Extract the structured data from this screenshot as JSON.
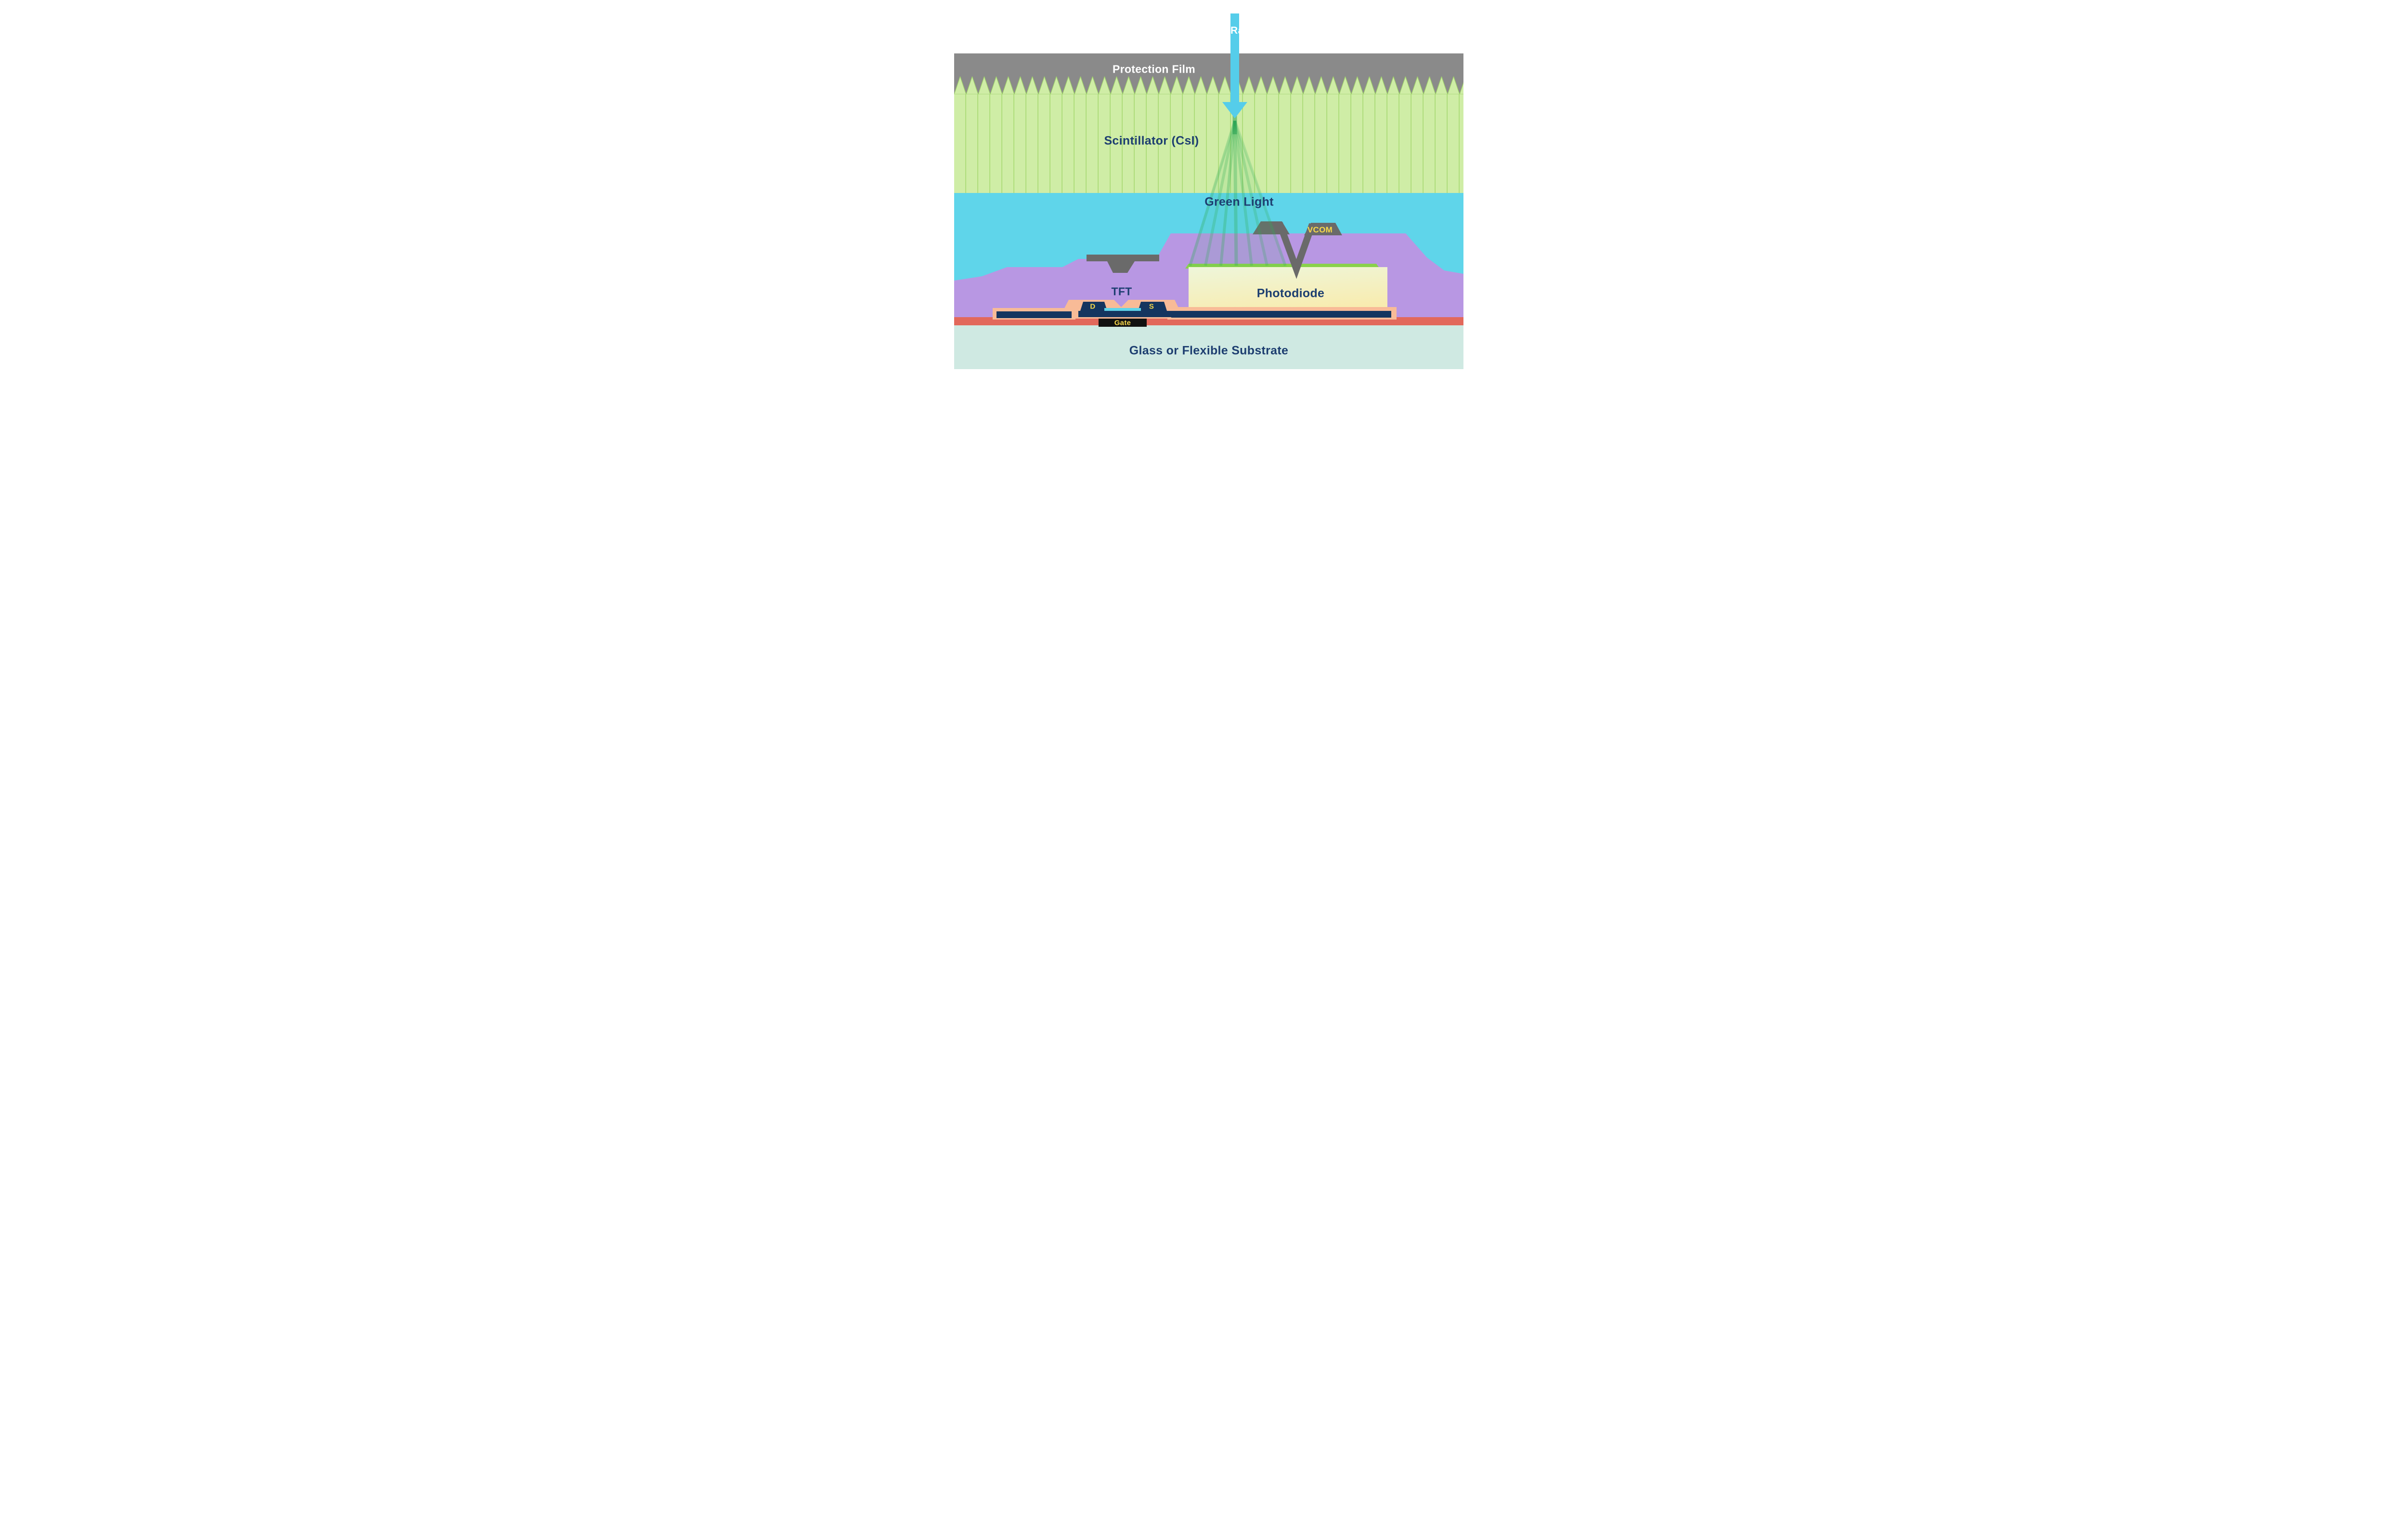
{
  "diagram": {
    "labels": {
      "xray": "X-Ray",
      "protection_film": "Protection Film",
      "scintillator": "Scintillator (CsI)",
      "green_light": "Green Light",
      "vcom": "VCOM",
      "photodiode": "Photodiode",
      "tft": "TFT",
      "drain": "D",
      "source": "S",
      "gate": "Gate",
      "substrate": "Glass or Flexible Substrate"
    },
    "colors": {
      "background": "#ffffff",
      "protection_film_gray": "#8a8a8a",
      "scintillator_green": "#cfeda6",
      "scintillator_column_line": "#a9da74",
      "air_gap_cyan": "#5fd5ea",
      "planarization_purple": "#b897e3",
      "electrode_gray": "#6a6a6a",
      "photodiode_top_green": "#8ad14b",
      "photodiode_fill_top": "#eef6da",
      "photodiode_fill_bottom": "#f8ecb0",
      "metal_navy": "#14355f",
      "passivation_salmon": "#f8bb97",
      "insulator_red": "#e2685b",
      "substrate_teal": "#cfe9e2",
      "xray_arrow_cyan": "#55cdea",
      "green_ray": "#2fae57",
      "label_navy": "#1d3e70",
      "label_yellow": "#f7d84a",
      "label_white": "#ffffff",
      "gate_black": "#111111",
      "channel_cyan": "#5fd5ea"
    }
  }
}
